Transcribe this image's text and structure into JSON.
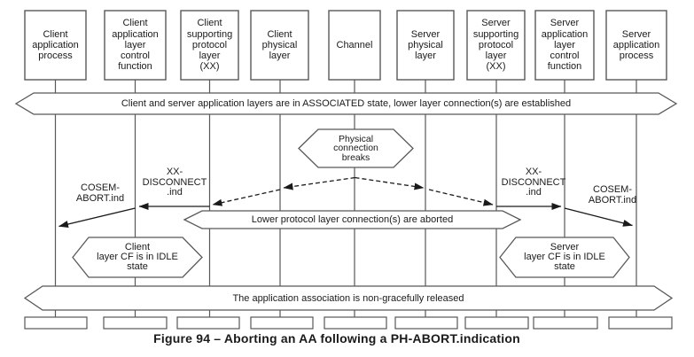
{
  "figure": {
    "caption": "Figure 94 – Aborting an AA following a PH-ABORT.indication",
    "columns": [
      {
        "label": "Client\napplication\nprocess"
      },
      {
        "label": "Client\napplication\nlayer\ncontrol\nfunction"
      },
      {
        "label": "Client\nsupporting\nprotocol\nlayer\n(XX)"
      },
      {
        "label": "Client\nphysical\nlayer"
      },
      {
        "label": "Channel"
      },
      {
        "label": "Server\nphysical\nlayer"
      },
      {
        "label": "Server\nsupporting\nprotocol\nlayer\n(XX)"
      },
      {
        "label": "Server\napplication\nlayer\ncontrol\nfunction"
      },
      {
        "label": "Server\napplication\nprocess"
      }
    ],
    "states": {
      "associated_banner": "Client and server application layers are in ASSOCIATED state, lower layer connection(s) are established",
      "physical_break": "Physical\nconnection\nbreaks",
      "aborted_banner": "Lower protocol layer connection(s) are aborted",
      "client_idle": "Client\nlayer CF is in IDLE\nstate",
      "server_idle": "Server\nlayer CF is in IDLE\nstate",
      "released_banner": "The application association is non-gracefully released"
    },
    "messages": {
      "xx_disconnect_client": "XX-\nDISCONNECT\n.ind",
      "xx_disconnect_server": "XX-\nDISCONNECT\n.ind",
      "cosem_abort_client": "COSEM-\nABORT.ind",
      "cosem_abort_server": "COSEM-\nABORT.ind"
    },
    "colors": {
      "structure": "#58585b",
      "arrow": "#1a1a1a",
      "text": "#1a1a1a",
      "background": "#ffffff"
    }
  }
}
